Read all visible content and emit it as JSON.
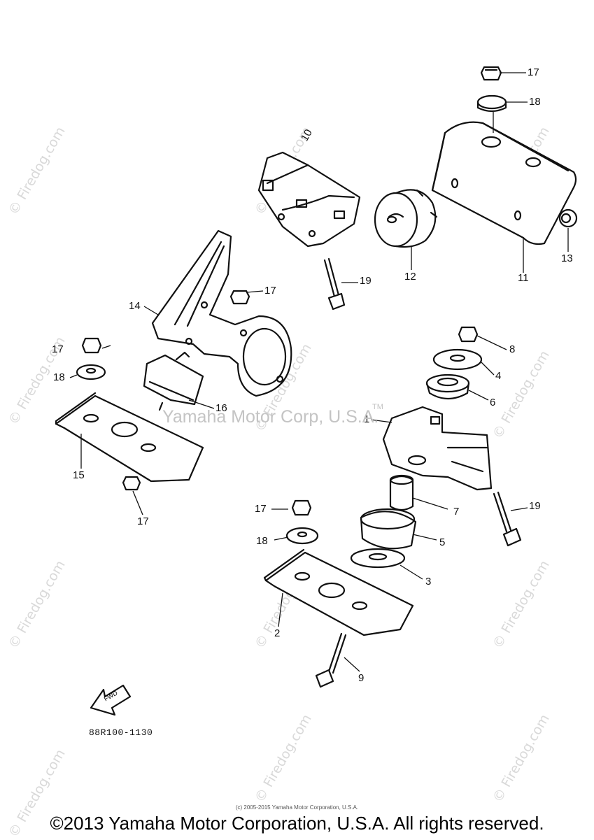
{
  "diagram": {
    "drawing_code": "88R100-1130",
    "fwd_arrow_label": "FWD",
    "center_watermark": "Yamaha Motor Corp, U.S.A.",
    "center_watermark_tm": "TM",
    "watermark_text": "© Firedog.com",
    "small_copyright": "(c) 2005-2015 Yamaha Motor Corporation, U.S.A.",
    "main_copyright": "©2013 Yamaha Motor Corporation, U.S.A. All rights reserved.",
    "part_labels": {
      "p1": "1",
      "p2": "2",
      "p3": "3",
      "p4": "4",
      "p5": "5",
      "p6": "6",
      "p7": "7",
      "p8": "8",
      "p9": "9",
      "p10": "10",
      "p11": "11",
      "p12": "12",
      "p13": "13",
      "p14": "14",
      "p15": "15",
      "p16": "16",
      "p17": "17",
      "p18": "18",
      "p19": "19"
    }
  }
}
